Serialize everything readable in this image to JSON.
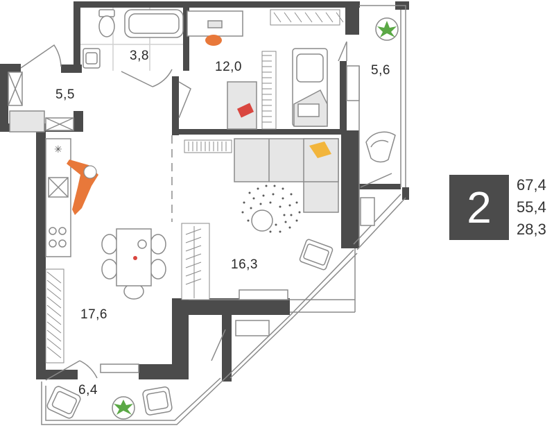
{
  "apartment": {
    "rooms_count": "2",
    "areas": [
      "67,4",
      "55,4",
      "28,3"
    ]
  },
  "rooms": [
    {
      "id": "bathroom",
      "label": "3,8"
    },
    {
      "id": "bedroom",
      "label": "12,0"
    },
    {
      "id": "loggia-right",
      "label": "5,6"
    },
    {
      "id": "hallway",
      "label": "5,5"
    },
    {
      "id": "living-room",
      "label": "16,3"
    },
    {
      "id": "kitchen",
      "label": "17,6"
    },
    {
      "id": "balcony",
      "label": "6,4"
    }
  ],
  "colors": {
    "wall": "#4b4b4b",
    "line": "#8a8a8a",
    "furniture": "#e6e6e6",
    "accent": "#e8783a",
    "plant": "#5aa845",
    "cushion_red": "#d9463f",
    "cushion_yellow": "#f2b53c",
    "badge_bg": "#4b4b4b",
    "badge_text": "#ffffff"
  },
  "icons": [
    "toilet-icon",
    "bathtub-icon",
    "sink-icon",
    "plant-icon",
    "armchair-icon",
    "sofa-icon",
    "bed-icon",
    "piano-icon",
    "stove-icon",
    "person-icon",
    "table-icon",
    "wardrobe-icon",
    "radiator-icon"
  ]
}
